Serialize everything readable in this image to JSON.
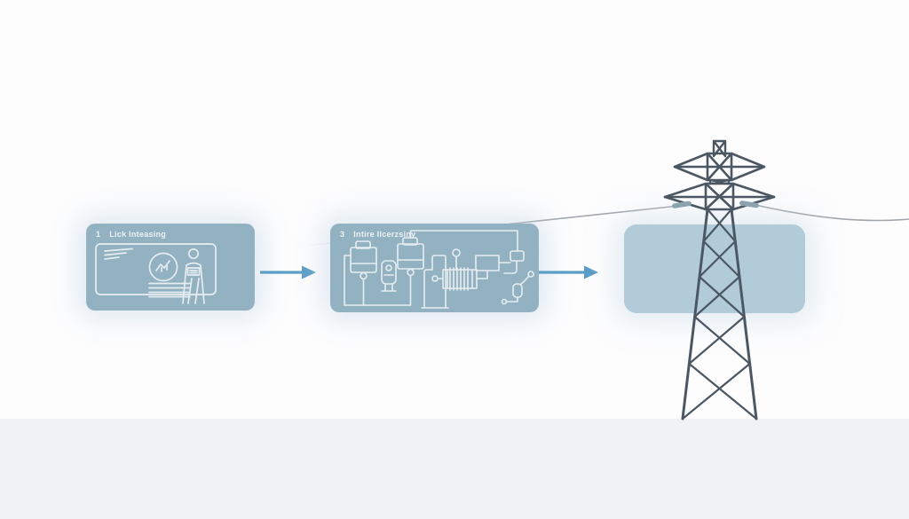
{
  "colors": {
    "background": "#fdfdfe",
    "ground_band": "#f1f2f4",
    "step_card_fill": "#92b1c1",
    "highlight_panel_fill": "#b1ccd8",
    "arrow_blue": "#5b9ec8",
    "line_art_white": "#ebf1f4",
    "tower_gray": "#4b5864",
    "wire_gray": "#a3a7ab",
    "insulator_gray_blue": "#8ba3af",
    "title_text": "#edf3f6"
  },
  "steps": [
    {
      "number": "1",
      "title": "Lick Inteasing",
      "icon": "id-card-with-person-illustration"
    },
    {
      "number": "3",
      "title": "Intire Ilcerzsiny",
      "icon": "electrical-circuit-schematic-illustration"
    },
    {
      "number": "",
      "title": "",
      "icon": "transmission-tower-highlight-panel"
    }
  ],
  "scene": {
    "arrow_count": 2,
    "power_lines": [
      "left-span",
      "right-span"
    ],
    "tower": "lattice-transmission-tower"
  }
}
